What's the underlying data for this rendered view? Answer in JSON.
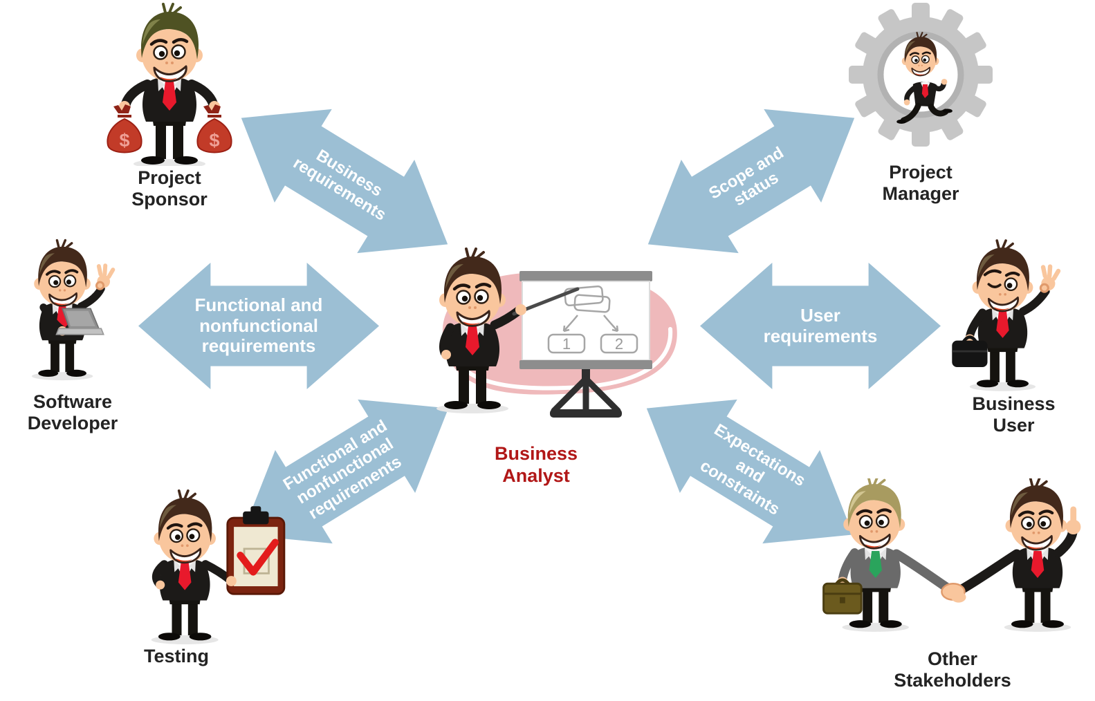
{
  "title": "Business Analyst stakeholder communication diagram",
  "colors": {
    "arrow_fill": "#9cbfd4",
    "arrow_text": "#ffffff",
    "node_label": "#232323",
    "center_label": "#b11717",
    "blob": "#efb9bb",
    "tie_red": "#e8192c",
    "tie_green": "#2aa45c",
    "money_bag_red": "#c23b28",
    "gear_gray": "#c6c6c6",
    "check_red": "#e31c1c"
  },
  "center": {
    "label": "Business\nAnalyst",
    "icon": "presenter-whiteboard-icon"
  },
  "whiteboard": {
    "box1_label": "1",
    "box2_label": "2"
  },
  "nodes": [
    {
      "id": "project-sponsor",
      "label": "Project\nSponsor",
      "icon": "man-money-bags-icon"
    },
    {
      "id": "project-manager",
      "label": "Project\nManager",
      "icon": "man-in-gear-icon"
    },
    {
      "id": "software-developer",
      "label": "Software\nDeveloper",
      "icon": "man-laptop-ok-icon"
    },
    {
      "id": "business-user",
      "label": "Business\nUser",
      "icon": "man-wink-briefcase-icon"
    },
    {
      "id": "testing",
      "label": "Testing",
      "icon": "man-clipboard-check-icon"
    },
    {
      "id": "other-stakeholders",
      "label": "Other\nStakeholders",
      "icon": "two-men-handshake-icon"
    }
  ],
  "arrows": [
    {
      "id": "business-requirements",
      "label": "Business\nrequirements",
      "between": [
        "project-sponsor",
        "business-analyst"
      ],
      "bidirectional": true
    },
    {
      "id": "scope-and-status",
      "label": "Scope and\nstatus",
      "between": [
        "business-analyst",
        "project-manager"
      ],
      "bidirectional": true
    },
    {
      "id": "functional-nonfunctional-developer",
      "label": "Functional and\nnonfunctional\nrequirements",
      "between": [
        "software-developer",
        "business-analyst"
      ],
      "bidirectional": true
    },
    {
      "id": "user-requirements",
      "label": "User\nrequirements",
      "between": [
        "business-analyst",
        "business-user"
      ],
      "bidirectional": true
    },
    {
      "id": "functional-nonfunctional-testing",
      "label": "Functional and\nnonfunctional\nrequirements",
      "between": [
        "testing",
        "business-analyst"
      ],
      "bidirectional": true
    },
    {
      "id": "expectations-constraints",
      "label": "Expectations\nand\nconstraints",
      "between": [
        "business-analyst",
        "other-stakeholders"
      ],
      "bidirectional": true
    }
  ]
}
